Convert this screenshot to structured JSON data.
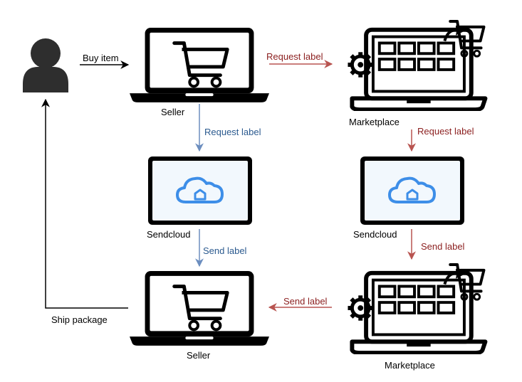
{
  "colors": {
    "black": "#000000",
    "blue": "#6c8ebf",
    "blue_text": "#2b5a8f",
    "red": "#b85450",
    "red_text": "#8b1e1e",
    "cloud": "#3d8ee8",
    "screen_fill": "#f2f8fd"
  },
  "nodes": {
    "user": {
      "icon": "user-icon"
    },
    "seller_top": {
      "label": "Seller",
      "icon": "shopping-cart-icon"
    },
    "marketplace_top": {
      "label": "Marketplace",
      "icon": "marketplace-icon"
    },
    "sendcloud_left": {
      "label": "Sendcloud",
      "icon": "cloud-icon"
    },
    "sendcloud_right": {
      "label": "Sendcloud",
      "icon": "cloud-icon"
    },
    "seller_bottom": {
      "label": "Seller",
      "icon": "shopping-cart-icon"
    },
    "marketplace_bottom": {
      "label": "Marketplace",
      "icon": "marketplace-icon"
    }
  },
  "edges": {
    "buy_item": "Buy item",
    "request_label_to_marketplace": "Request label",
    "request_label_to_sendcloud": "Request label",
    "request_label_marketplace_to_sendcloud": "Request label",
    "send_label_sendcloud_to_seller": "Send label",
    "send_label_sendcloud_to_marketplace": "Send label",
    "send_label_marketplace_to_seller": "Send label",
    "ship_package": "Ship package"
  }
}
